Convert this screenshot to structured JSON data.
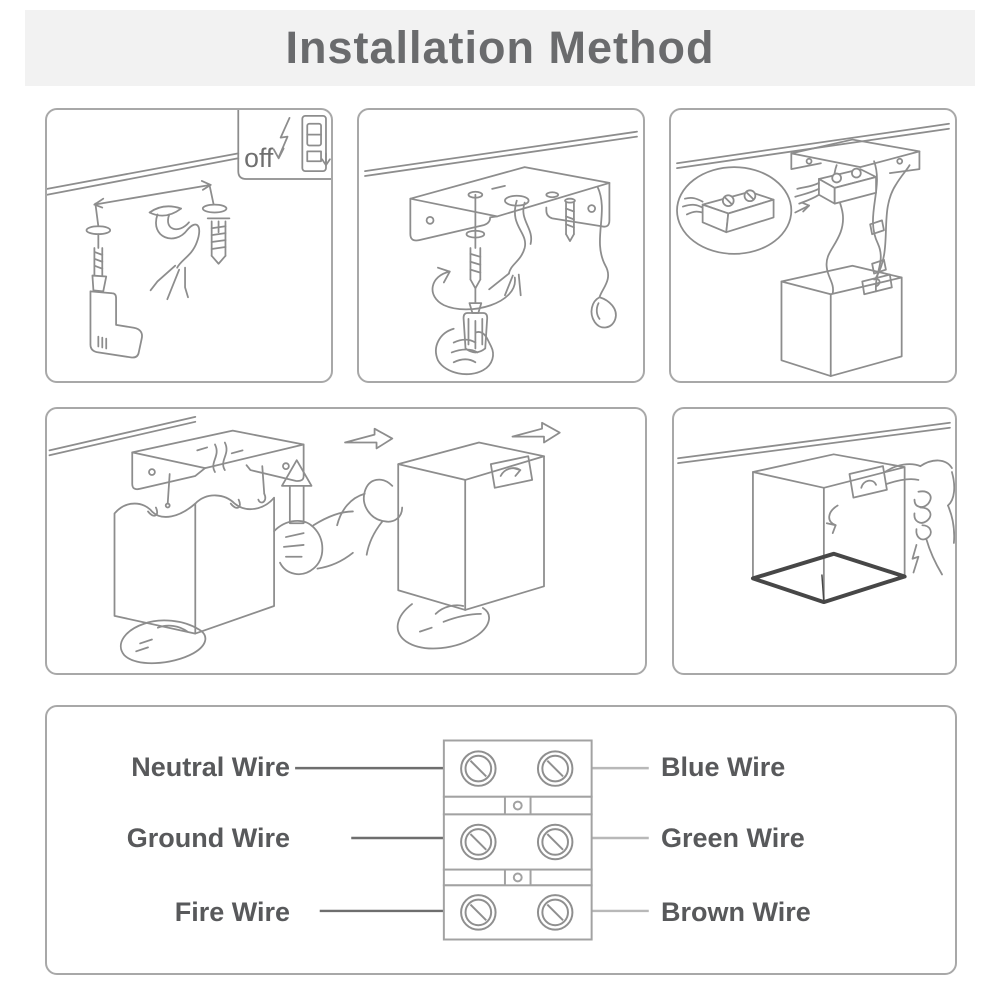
{
  "header": {
    "title": "Installation Method"
  },
  "panels": {
    "step1": {
      "name": "turn-off-power-and-drill-holes",
      "inset_label": "off"
    },
    "step2": {
      "name": "screw-bracket-to-ceiling"
    },
    "step3": {
      "name": "connect-wires-to-terminal-block"
    },
    "step4": {
      "name": "lift-and-slide-lamp-body-onto-bracket"
    },
    "step5": {
      "name": "press-side-latch-to-lock"
    }
  },
  "wiring": {
    "rows": [
      {
        "terminal": "Neutral Wire",
        "wire": "Blue Wire"
      },
      {
        "terminal": "Ground Wire",
        "wire": "Green Wire"
      },
      {
        "terminal": "Fire Wire",
        "wire": "Brown Wire"
      }
    ]
  },
  "colors": {
    "header_bg": "#f2f2f2",
    "header_text": "#6a6b6d",
    "line_art": "#8d8d8d",
    "label_text": "#58595b",
    "panel_border": "#a8a8a8",
    "aperture_dark": "#474747"
  }
}
